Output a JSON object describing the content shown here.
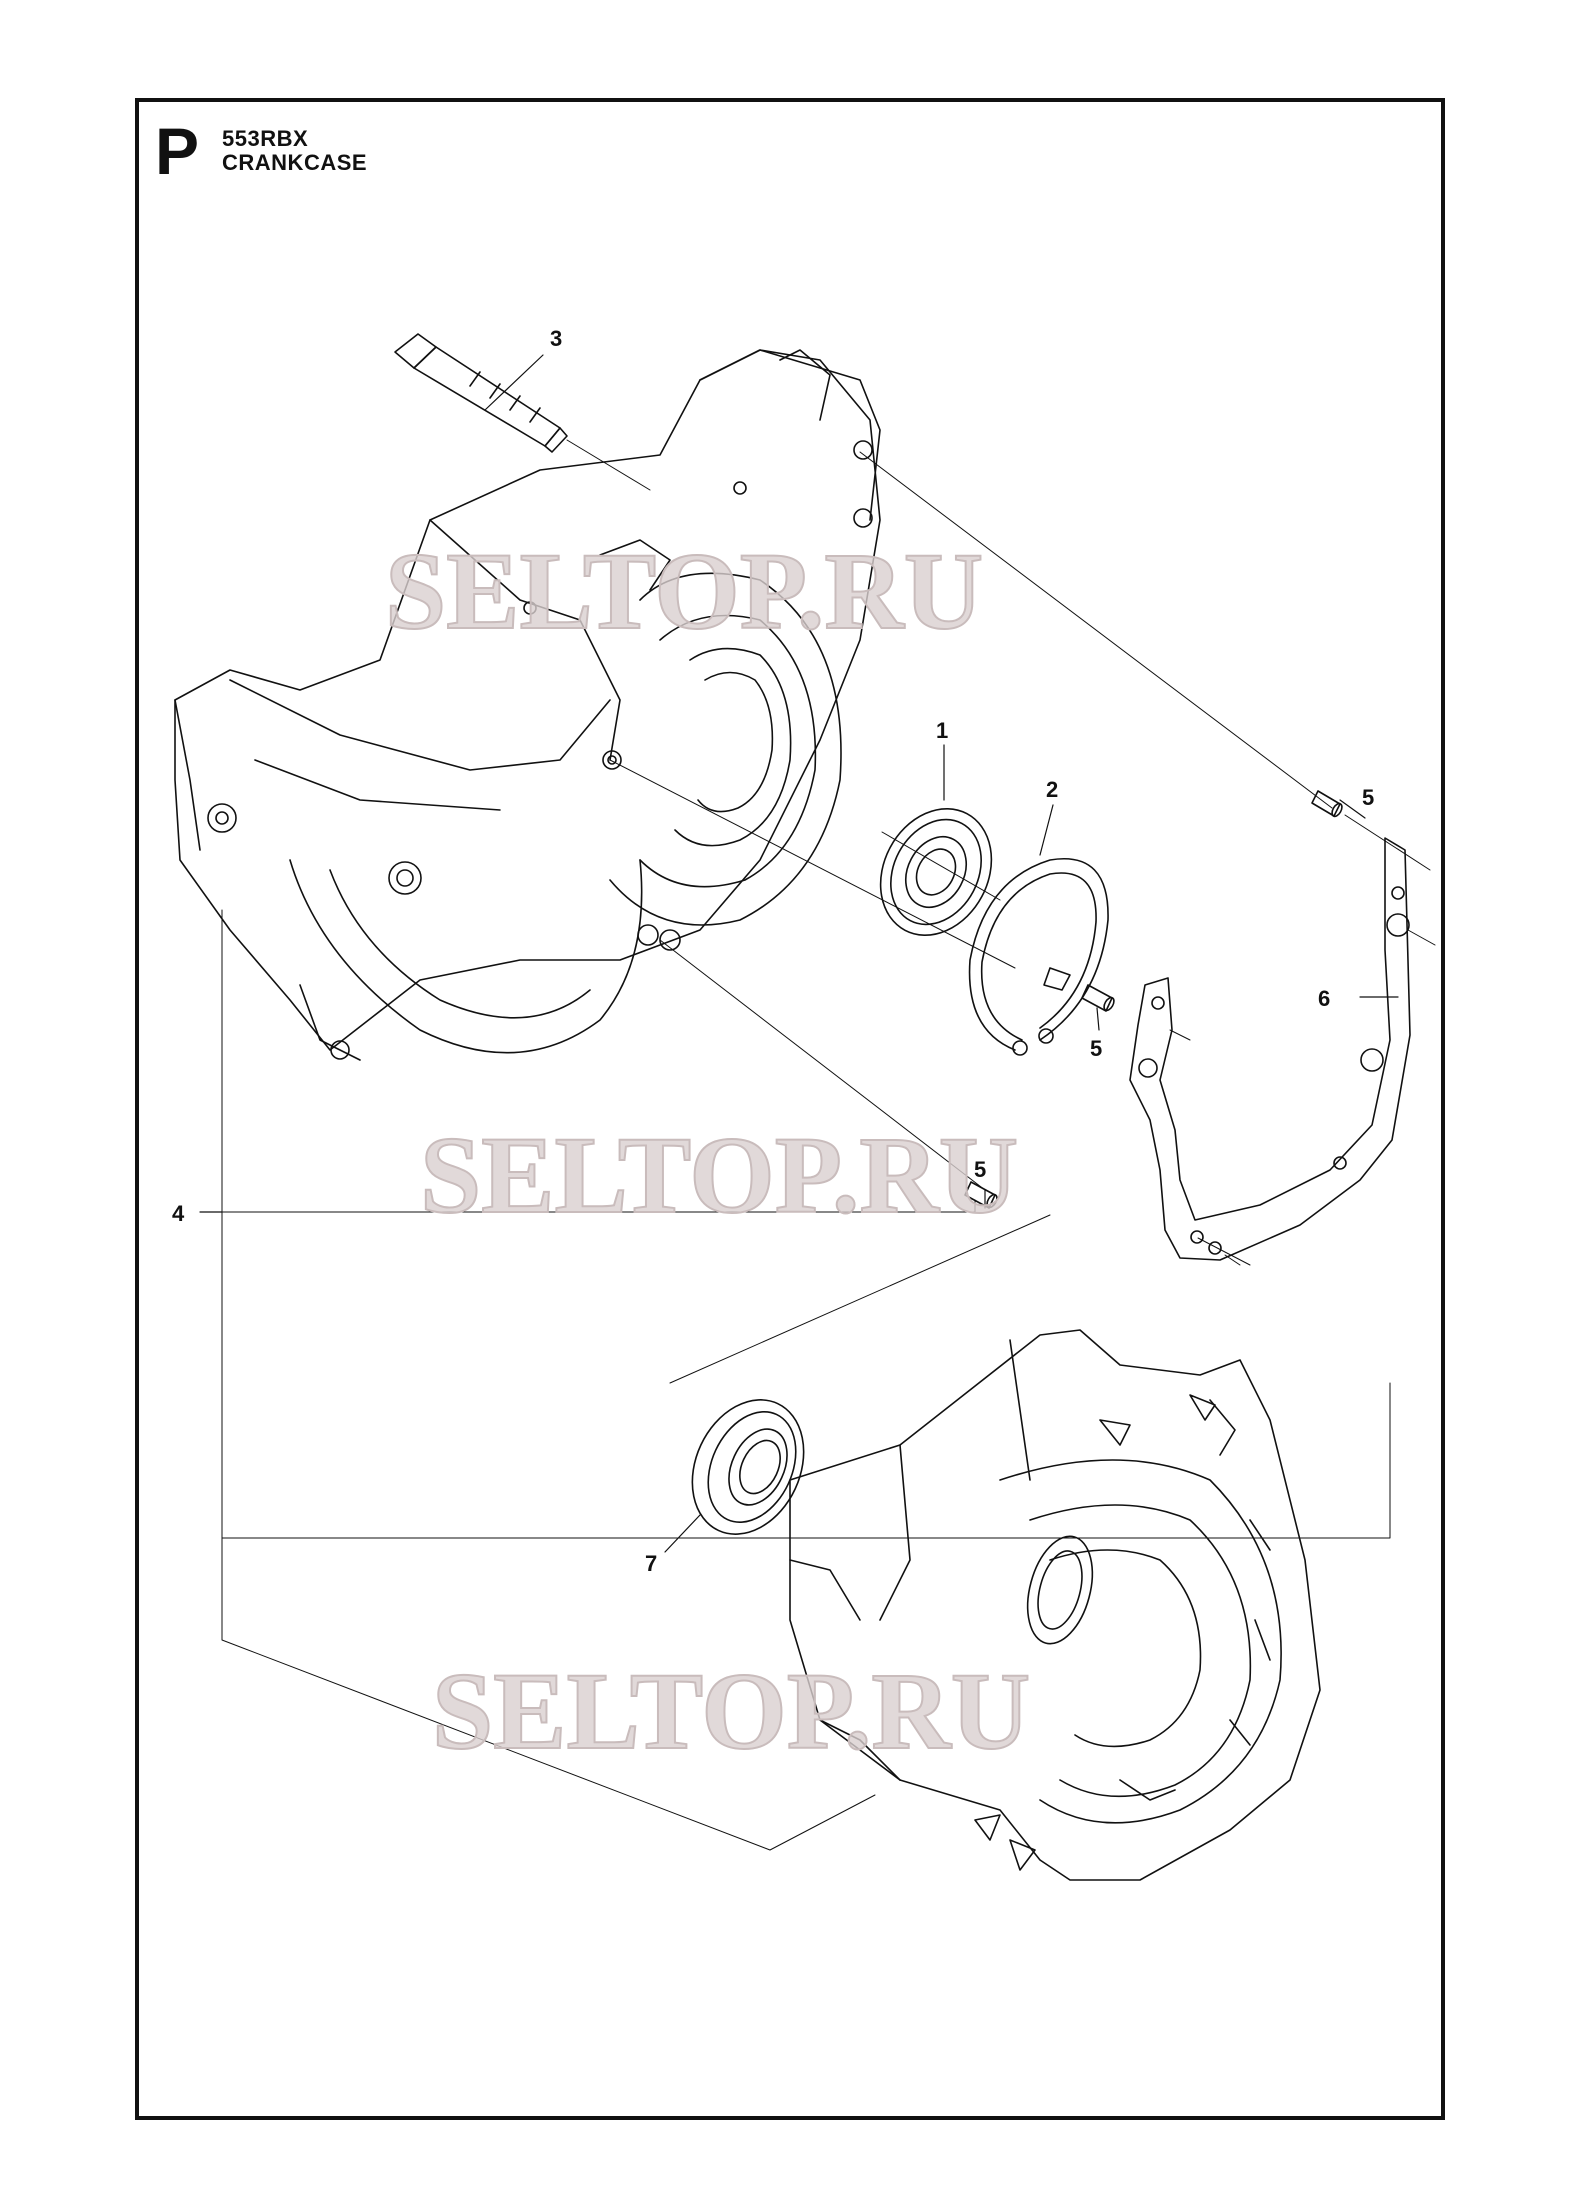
{
  "header": {
    "section_letter": "P",
    "model": "553RBX",
    "title": "CRANKCASE"
  },
  "callouts": [
    {
      "id": "callout-1",
      "label": "1"
    },
    {
      "id": "callout-2",
      "label": "2"
    },
    {
      "id": "callout-3",
      "label": "3"
    },
    {
      "id": "callout-4",
      "label": "4"
    },
    {
      "id": "callout-5a",
      "label": "5"
    },
    {
      "id": "callout-5b",
      "label": "5"
    },
    {
      "id": "callout-5c",
      "label": "5"
    },
    {
      "id": "callout-6",
      "label": "6"
    },
    {
      "id": "callout-7",
      "label": "7"
    }
  ],
  "watermarks": [
    "SELTOP.RU",
    "SELTOP.RU",
    "SELTOP.RU"
  ]
}
